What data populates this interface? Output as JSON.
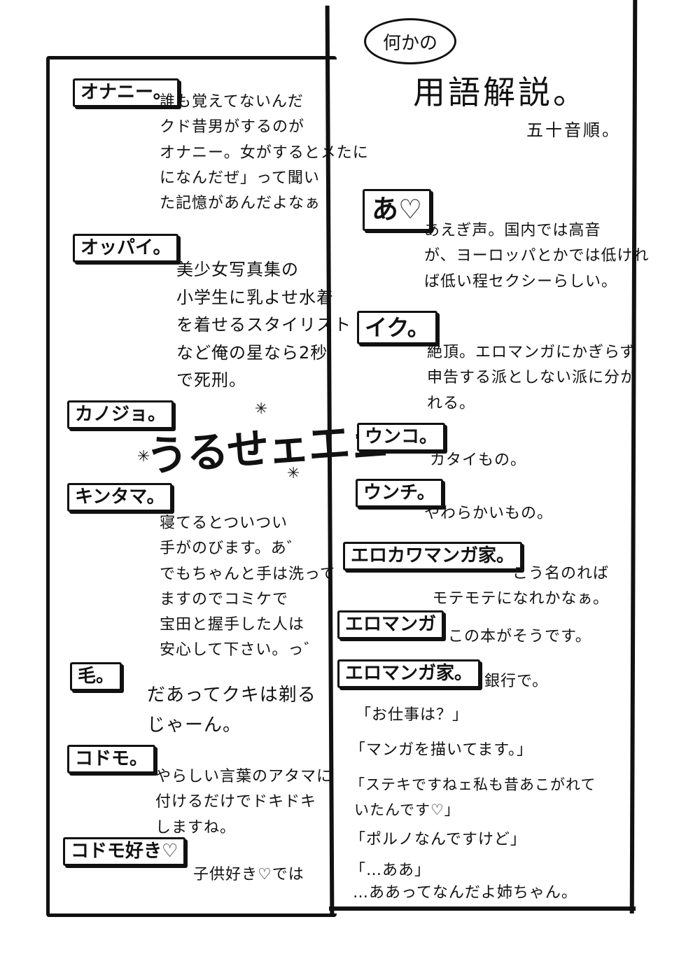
{
  "header": {
    "bubble": "何かの",
    "title": "用語解説。",
    "order": "五十音順。"
  },
  "left": [
    {
      "term": "オナニー。",
      "def": "誰も覚えてないんだ\nクド昔男がするのが\nオナニー。女がするとメたに\nになんだぜ」って聞い\nた記憶があんだよなぁ"
    },
    {
      "term": "オッパイ。",
      "def": "美少女写真集の\n小学生に乳よせ水着\nを着せるスタイリスト\nなど俺の星なら2秒\nで死刑。"
    },
    {
      "term": "カノジョ。",
      "def": "うるせェエェ"
    },
    {
      "term": "キンタマ。",
      "def": "寝てるとついつい\n手がのびます。あ゛\nでもちゃんと手は洗って\nますのでコミケで\n宝田と握手した人は\n安心して下さい。っ゛"
    },
    {
      "term": "毛。",
      "def": "だあってクキは剃る\nじゃーん。"
    },
    {
      "term": "コドモ。",
      "def": "やらしい言葉のアタマに\n付けるだけでドキドキ\nしますね。"
    },
    {
      "term": "コドモ好き♡",
      "def": "子供好き♡では"
    }
  ],
  "right": [
    {
      "term": "あ♡",
      "def": "あえぎ声。国内では高音\nが、ヨーロッパとかでは低けれ\nば低い程セクシーらしい。"
    },
    {
      "term": "イク。",
      "def": "絶頂。エロマンガにかぎらず\n申告する派としない派に分か\nれる。"
    },
    {
      "term": "ウンコ。",
      "def": "カタイもの。"
    },
    {
      "term": "ウンチ。",
      "def": "やわらかいもの。"
    },
    {
      "term": "エロカワマンガ家。",
      "def": "こう名のれば\nモテモテになれかなぁ。"
    },
    {
      "term": "エロマンガ",
      "def": "この本がそうです。"
    },
    {
      "term": "エロマンガ家。",
      "def": "銀行で。"
    }
  ],
  "dialogue": [
    "「お仕事は？」",
    "「マンガを描いてます。」",
    "「ステキですねェ私も昔あこがれて",
    "いたんです♡」",
    "「ポルノなんですけど」",
    "「…ああ」",
    "…ああってなんだよ姉ちゃん。"
  ]
}
